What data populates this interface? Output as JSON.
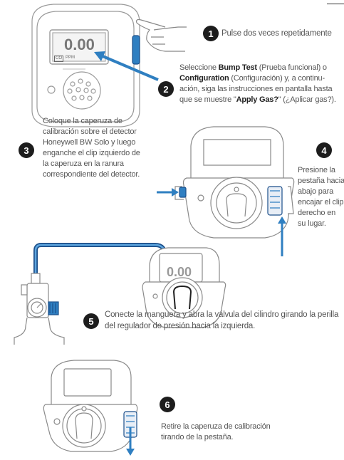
{
  "device_display": {
    "reading": "0.00",
    "unit_left": "CO",
    "unit_right": "PPM"
  },
  "steps": [
    {
      "number": "1",
      "text": "Pulse dos veces repetidamente"
    },
    {
      "number": "2",
      "prefix": "Seleccione ",
      "bump_test": "Bump Test",
      "bump_test_es": " (Prueba funcional) o ",
      "configuration": "Configuration",
      "configuration_es": " (Configuración) y, a continu-ación, siga las instrucciones en pantalla hasta que se muestre \"",
      "apply_gas": "Apply Gas?",
      "apply_gas_es": "\" (¿Aplicar gas?)."
    },
    {
      "number": "3",
      "text": "Coloque la caperuza de calibración sobre el detector Honeywell BW Solo y luego enganche el clip izquierdo de la caperuza en la ranura correspondiente del detector."
    },
    {
      "number": "4",
      "text": "Presione la pestaña hacia abajo para encajar el clip derecho en su lugar."
    },
    {
      "number": "5",
      "text": "Conecte la manguera y abra la válvula del cilindro girando la perilla del regulador de presión hacia la izquierda."
    },
    {
      "number": "6",
      "text": "Retire la caperuza de calibración tirando de la pestaña."
    }
  ],
  "colors": {
    "accent_blue": "#2f7fc1",
    "dark_blue": "#1c4f8a",
    "step_circle": "#1d1d1d"
  }
}
